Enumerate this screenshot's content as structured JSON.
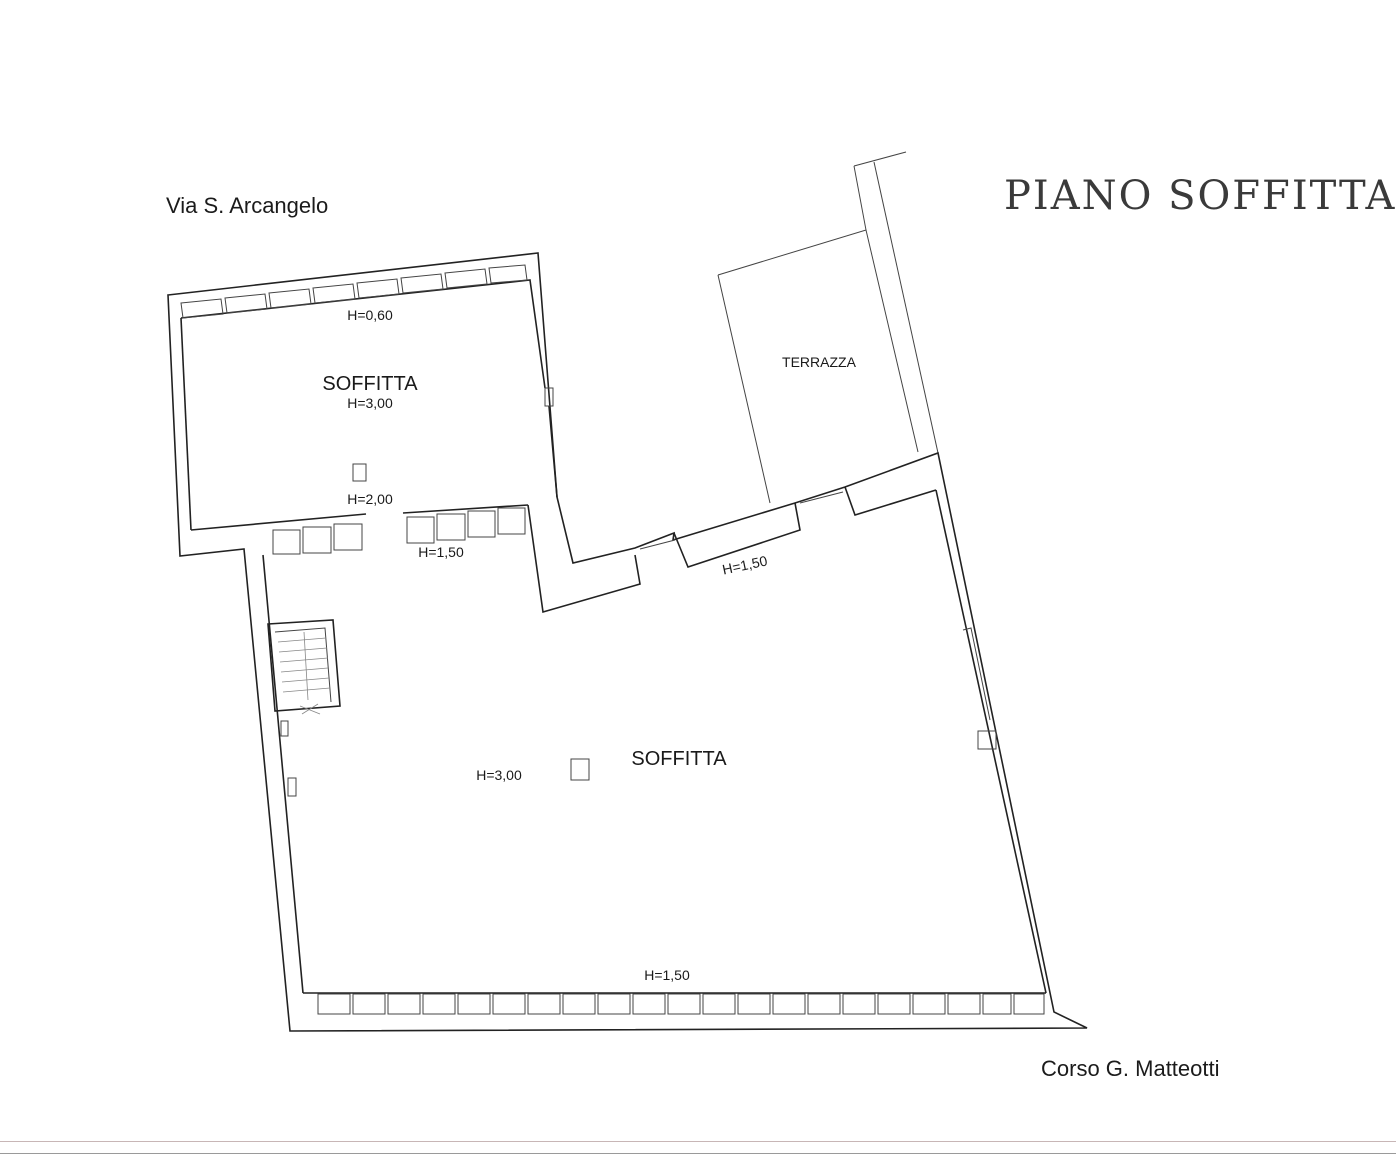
{
  "title": "PIANO SOFFITTA",
  "streets": {
    "top": "Via S. Arcangelo",
    "bottom": "Corso G. Matteotti"
  },
  "rooms": {
    "upper_attic": {
      "name": "SOFFITTA",
      "height": "H=3,00"
    },
    "main_attic": {
      "name": "SOFFITTA",
      "height": "H=3,00"
    },
    "terrace": {
      "name": "TERRAZZA"
    }
  },
  "height_notes": {
    "upper_front": "H=0,60",
    "upper_pillar": "H=2,00",
    "passage": "H=1,50",
    "right_side": "H=1,50",
    "main_front": "H=1,50"
  },
  "colors": {
    "line": "#222222",
    "title": "#3a3a3a"
  }
}
